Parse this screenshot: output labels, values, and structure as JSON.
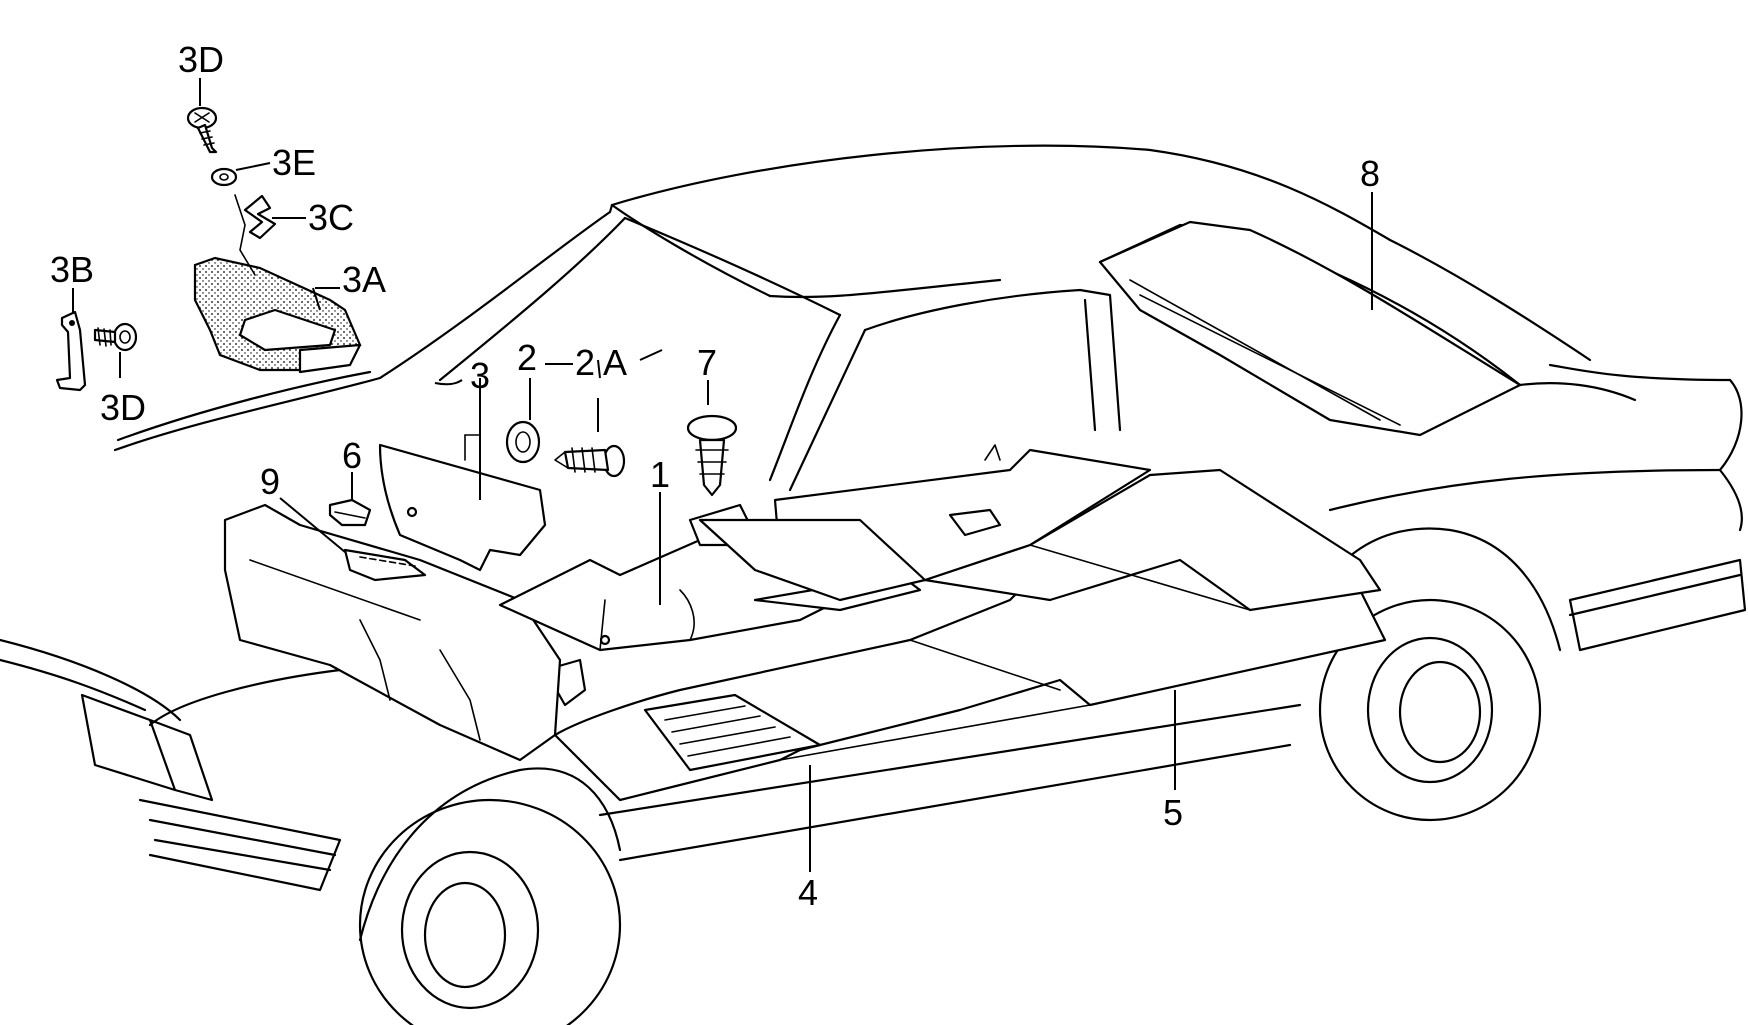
{
  "callouts": {
    "c3D_top": "3D",
    "c3E": "3E",
    "c3C": "3C",
    "c3A": "3A",
    "c3B": "3B",
    "c3D_bottom": "3D",
    "c3": "3",
    "c2": "2",
    "c2A": "2 A",
    "c7": "7",
    "c8": "8",
    "c6": "6",
    "c9": "9",
    "c1": "1",
    "c4": "4",
    "c5": "5"
  }
}
